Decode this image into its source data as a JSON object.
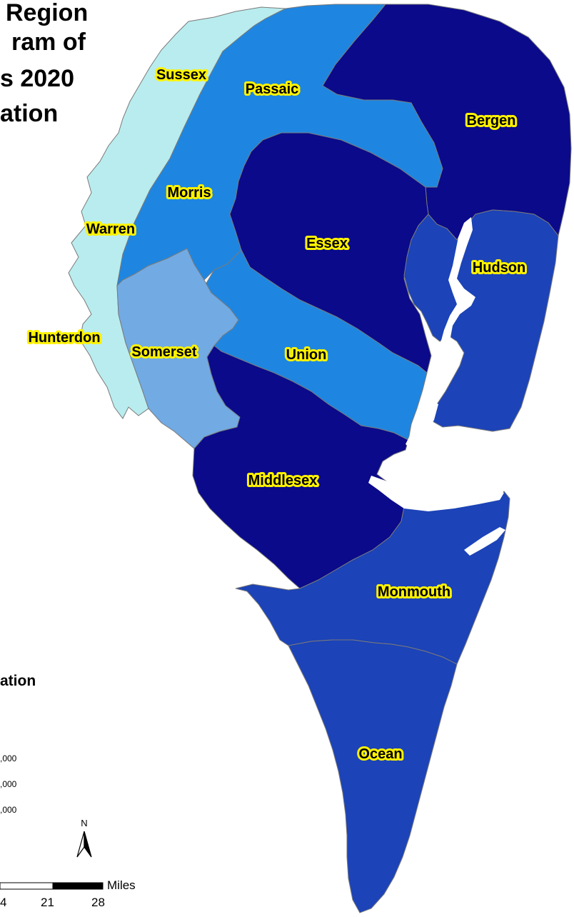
{
  "title": {
    "lines": [
      "Region",
      "ram of",
      "s 2020",
      "ation"
    ]
  },
  "colors": {
    "light": "#b9ecee",
    "lightBlue": "#72aae3",
    "mid": "#1e86e0",
    "darkMid": "#1c43b7",
    "dark": "#0a0a8a",
    "labelHalo": "#fff200",
    "border": "#7a7a7a",
    "water": "#ffffff"
  },
  "counties": [
    {
      "name": "Sussex",
      "tone": "light"
    },
    {
      "name": "Warren",
      "tone": "light"
    },
    {
      "name": "Hunterdon",
      "tone": "light"
    },
    {
      "name": "Passaic",
      "tone": "mid"
    },
    {
      "name": "Morris",
      "tone": "mid"
    },
    {
      "name": "Union",
      "tone": "mid"
    },
    {
      "name": "Somerset",
      "tone": "lightBlue"
    },
    {
      "name": "Bergen",
      "tone": "dark"
    },
    {
      "name": "Essex",
      "tone": "dark"
    },
    {
      "name": "Middlesex",
      "tone": "dark"
    },
    {
      "name": "Hudson",
      "tone": "darkMid"
    },
    {
      "name": "Monmouth",
      "tone": "darkMid"
    },
    {
      "name": "Ocean",
      "tone": "darkMid"
    }
  ],
  "legend": {
    "title": "ation",
    "entries": [
      ",000",
      ",000",
      ",000"
    ]
  },
  "north_arrow": {
    "letter": "N"
  },
  "scale_bar": {
    "unit": "Miles",
    "ticks": [
      "4",
      "21",
      "28"
    ]
  }
}
